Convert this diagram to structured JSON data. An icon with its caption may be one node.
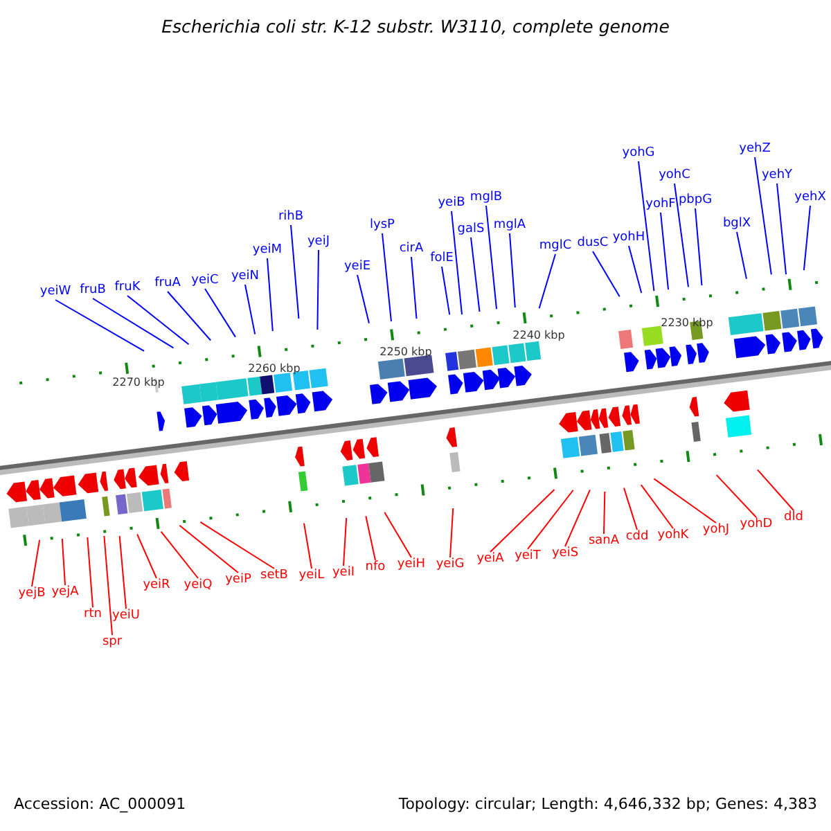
{
  "diagram": {
    "title": "Escherichia coli str. K-12 substr. W3110, complete genome",
    "nodes": [
      {
        "text": [
          "yeiW"
        ]
      },
      {
        "text": [
          "fruB"
        ]
      },
      {
        "text": [
          "fruK"
        ]
      },
      {
        "text": [
          "fruA"
        ]
      },
      {
        "text": [
          "yeiC"
        ]
      },
      {
        "text": [
          "yeiN"
        ]
      },
      {
        "text": [
          "yeiM"
        ]
      },
      {
        "text": [
          "rihB"
        ]
      },
      {
        "text": [
          "yeiJ"
        ]
      },
      {
        "text": [
          "yeiE"
        ]
      },
      {
        "text": [
          "lysP"
        ]
      },
      {
        "text": [
          "cirA"
        ]
      },
      {
        "text": [
          "folE"
        ]
      },
      {
        "text": [
          "yeiB"
        ]
      },
      {
        "text": [
          "galS"
        ]
      },
      {
        "text": [
          "mglB"
        ]
      },
      {
        "text": [
          "mglA"
        ]
      },
      {
        "text": [
          "mglC"
        ]
      },
      {
        "text": [
          "dusC"
        ]
      },
      {
        "text": [
          "yohH"
        ]
      },
      {
        "text": [
          "yohG"
        ]
      },
      {
        "text": [
          "yohF"
        ]
      },
      {
        "text": [
          "yohC"
        ]
      },
      {
        "text": [
          "pbpG"
        ]
      },
      {
        "text": [
          "bglX"
        ]
      },
      {
        "text": [
          "yehZ"
        ]
      },
      {
        "text": [
          "yehY"
        ]
      },
      {
        "text": [
          "yehX"
        ]
      },
      {
        "text": [
          "yejB"
        ]
      },
      {
        "text": [
          "yejA"
        ]
      },
      {
        "text": [
          "rtn"
        ]
      },
      {
        "text": [
          "spr"
        ]
      },
      {
        "text": [
          "yeiU"
        ]
      },
      {
        "text": [
          "yeiR"
        ]
      },
      {
        "text": [
          "yeiQ"
        ]
      },
      {
        "text": [
          "yeiP"
        ]
      },
      {
        "text": [
          "setB"
        ]
      },
      {
        "text": [
          "yeiL"
        ]
      },
      {
        "text": [
          "yeiI"
        ]
      },
      {
        "text": [
          "nfo"
        ]
      },
      {
        "text": [
          "yeiH"
        ]
      },
      {
        "text": [
          "yeiG"
        ]
      },
      {
        "text": [
          "yeiA"
        ]
      },
      {
        "text": [
          "yeiT"
        ]
      },
      {
        "text": [
          "yeiS"
        ]
      },
      {
        "text": [
          "sanA"
        ]
      },
      {
        "text": [
          "cdd"
        ]
      },
      {
        "text": [
          "yohK"
        ]
      },
      {
        "text": [
          "yohJ"
        ]
      },
      {
        "text": [
          "yohD"
        ]
      },
      {
        "text": [
          "dld"
        ]
      }
    ],
    "edges": [
      {
        "from": 0,
        "to": null,
        "arrow": "none"
      },
      {
        "from": 1,
        "to": null,
        "arrow": "none"
      },
      {
        "from": 2,
        "to": null,
        "arrow": "none"
      },
      {
        "from": 3,
        "to": null,
        "arrow": "none"
      },
      {
        "from": 4,
        "to": null,
        "arrow": "none"
      },
      {
        "from": 5,
        "to": null,
        "arrow": "none"
      },
      {
        "from": 6,
        "to": null,
        "arrow": "none"
      },
      {
        "from": 7,
        "to": null,
        "arrow": "none"
      },
      {
        "from": 8,
        "to": null,
        "arrow": "none"
      },
      {
        "from": 9,
        "to": null,
        "arrow": "none"
      },
      {
        "from": 10,
        "to": null,
        "arrow": "none"
      },
      {
        "from": 11,
        "to": null,
        "arrow": "none"
      },
      {
        "from": 12,
        "to": null,
        "arrow": "none"
      },
      {
        "from": 13,
        "to": null,
        "arrow": "none"
      },
      {
        "from": 14,
        "to": null,
        "arrow": "none"
      },
      {
        "from": 15,
        "to": null,
        "arrow": "none"
      },
      {
        "from": 16,
        "to": null,
        "arrow": "none"
      },
      {
        "from": 17,
        "to": null,
        "arrow": "none"
      },
      {
        "from": 18,
        "to": null,
        "arrow": "none"
      },
      {
        "from": 19,
        "to": null,
        "arrow": "none"
      },
      {
        "from": 20,
        "to": null,
        "arrow": "none"
      },
      {
        "from": 21,
        "to": null,
        "arrow": "none"
      },
      {
        "from": 22,
        "to": null,
        "arrow": "none"
      },
      {
        "from": 23,
        "to": null,
        "arrow": "none"
      },
      {
        "from": 24,
        "to": null,
        "arrow": "none"
      },
      {
        "from": 25,
        "to": null,
        "arrow": "none"
      },
      {
        "from": 26,
        "to": null,
        "arrow": "none"
      },
      {
        "from": 27,
        "to": null,
        "arrow": "none"
      },
      {
        "from": 28,
        "to": null,
        "arrow": "none",
        "color": "#ff0000"
      },
      {
        "from": 29,
        "to": null,
        "arrow": "none",
        "color": "#ff0000"
      },
      {
        "from": 30,
        "to": null,
        "arrow": "none",
        "color": "#ff0000"
      },
      {
        "from": 31,
        "to": null,
        "arrow": "none",
        "color": "#ff0000"
      },
      {
        "from": 32,
        "to": null,
        "arrow": "none",
        "color": "#ff0000"
      },
      {
        "from": 33,
        "to": null,
        "arrow": "none",
        "color": "#ff0000"
      },
      {
        "from": 34,
        "to": null,
        "arrow": "none",
        "color": "#ff0000"
      },
      {
        "from": 35,
        "to": null,
        "arrow": "none",
        "color": "#ff0000"
      },
      {
        "from": 36,
        "to": null,
        "arrow": "none",
        "color": "#ff0000"
      },
      {
        "from": 37,
        "to": null,
        "arrow": "none",
        "color": "#ff0000"
      },
      {
        "from": 38,
        "to": null,
        "arrow": "none",
        "color": "#ff0000"
      },
      {
        "from": 39,
        "to": null,
        "arrow": "none",
        "color": "#ff0000"
      },
      {
        "from": 40,
        "to": null,
        "arrow": "none",
        "color": "#ff0000"
      },
      {
        "from": 41,
        "to": null,
        "arrow": "none",
        "color": "#ff0000"
      },
      {
        "from": 42,
        "to": null,
        "arrow": "none",
        "color": "#ff0000"
      },
      {
        "from": 43,
        "to": null,
        "arrow": "none",
        "color": "#ff0000"
      },
      {
        "from": 44,
        "to": null,
        "arrow": "none",
        "color": "#ff0000"
      },
      {
        "from": 45,
        "to": null,
        "arrow": "none",
        "color": "#ff0000"
      },
      {
        "from": 46,
        "to": null,
        "arrow": "none",
        "color": "#ff0000"
      },
      {
        "from": 47,
        "to": null,
        "arrow": "none",
        "color": "#ff0000"
      },
      {
        "from": 48,
        "to": null,
        "arrow": "none",
        "color": "#ff0000"
      },
      {
        "from": 49,
        "to": null,
        "arrow": "none",
        "color": "#ff0000"
      },
      {
        "from": 50,
        "to": null,
        "arrow": "none",
        "color": "#ff0000"
      }
    ],
    "labels": [
      "2270 kbp",
      "2260 kbp",
      "2250 kbp",
      "2240 kbp",
      "2230 kbp",
      "Accession: AC_000091",
      "Topology: circular; Length: 4,646,332 bp; Genes: 4,383"
    ]
  }
}
